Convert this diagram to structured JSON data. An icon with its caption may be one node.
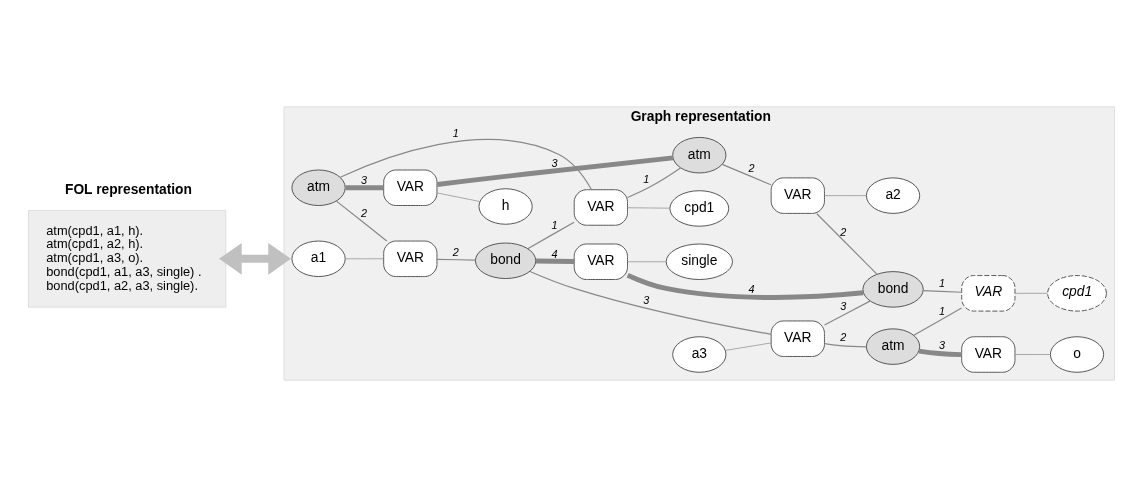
{
  "diagram": {
    "nodes": [
      {
        "text": [
          "FOL representation",
          "atm(cpd1, a1, h).",
          "atm(cpd1, a2, h).",
          "atm(cpd1, a3, o).",
          "bond(cpd1, a1, a3, single) .",
          "bond(cpd1, a2, a3, single)."
        ]
      },
      {
        "text": [
          "Graph representation"
        ]
      },
      {
        "text": [
          "a1"
        ],
        "in": 1
      },
      {
        "text": [
          "atm"
        ],
        "in": 1
      },
      {
        "text": [
          "VAR"
        ],
        "in": 1
      },
      {
        "text": [
          "bond"
        ],
        "in": 1
      },
      {
        "text": [
          "a3"
        ],
        "in": 1
      },
      {
        "text": [
          "VAR"
        ],
        "in": 1
      },
      {
        "text": [
          "VAR"
        ],
        "in": 1
      },
      {
        "text": [
          "VAR"
        ],
        "in": 1
      },
      {
        "text": [
          "atm"
        ],
        "in": 1
      },
      {
        "text": [
          "cpd1"
        ],
        "in": 1
      },
      {
        "text": [
          "VAR"
        ],
        "in": 1
      },
      {
        "text": [
          "VAR"
        ],
        "in": 1
      },
      {
        "text": [
          "h"
        ],
        "in": 1
      },
      {
        "text": [
          "single"
        ],
        "in": 1
      },
      {
        "text": [
          "atm"
        ],
        "in": 1
      },
      {
        "text": [
          "o"
        ],
        "in": 1
      },
      {
        "text": [
          "VAR"
        ],
        "in": 1
      },
      {
        "text": [
          "bond"
        ],
        "in": 1
      },
      {
        "text": [
          "VAR"
        ],
        "in": 1
      },
      {
        "text": [
          "a2"
        ],
        "in": 1
      },
      {
        "text": [
          "cpd1"
        ],
        "in": 1
      }
    ],
    "edges": [
      {
        "from": 0,
        "to": 1,
        "arrow": "both",
        "style": "thick",
        "color": "#c0c0c0"
      },
      {
        "from": 2,
        "to": 4,
        "arrow": "none"
      },
      {
        "from": 3,
        "to": 4,
        "arrow": "none",
        "label": "2"
      },
      {
        "from": 4,
        "to": 5,
        "arrow": "none",
        "label": "2"
      },
      {
        "from": 3,
        "to": 7,
        "arrow": "none",
        "label": "3",
        "style": "thick"
      },
      {
        "from": 3,
        "to": 8,
        "arrow": "none",
        "label": "1"
      },
      {
        "from": 5,
        "to": 8,
        "arrow": "none",
        "label": "1"
      },
      {
        "from": 8,
        "to": 11,
        "arrow": "none"
      },
      {
        "from": 5,
        "to": 9,
        "arrow": "none",
        "label": "3"
      },
      {
        "from": 6,
        "to": 9,
        "arrow": "none"
      },
      {
        "from": 9,
        "to": 10,
        "arrow": "none",
        "label": "2"
      },
      {
        "from": 5,
        "to": 12,
        "arrow": "none",
        "label": "4",
        "style": "thick"
      },
      {
        "from": 12,
        "to": 15,
        "arrow": "none"
      },
      {
        "from": 12,
        "to": 19,
        "arrow": "none",
        "label": "4",
        "style": "thick"
      },
      {
        "from": 9,
        "to": 19,
        "arrow": "none",
        "label": "3"
      },
      {
        "from": 10,
        "to": 13,
        "arrow": "none",
        "label": "3",
        "style": "thick"
      },
      {
        "from": 13,
        "to": 17,
        "arrow": "none"
      },
      {
        "from": 10,
        "to": 20,
        "arrow": "none",
        "label": "1"
      },
      {
        "from": 7,
        "to": 14,
        "arrow": "none"
      },
      {
        "from": 7,
        "to": 16,
        "arrow": "none",
        "label": "3",
        "style": "thick"
      },
      {
        "from": 8,
        "to": 16,
        "arrow": "none",
        "label": "1"
      },
      {
        "from": 16,
        "to": 18,
        "arrow": "none",
        "label": "2"
      },
      {
        "from": 18,
        "to": 19,
        "arrow": "none",
        "label": "2"
      },
      {
        "from": 18,
        "to": 21,
        "arrow": "none"
      },
      {
        "from": 19,
        "to": 20,
        "arrow": "none",
        "label": "1"
      },
      {
        "from": 20,
        "to": 22,
        "arrow": "none"
      }
    ]
  }
}
